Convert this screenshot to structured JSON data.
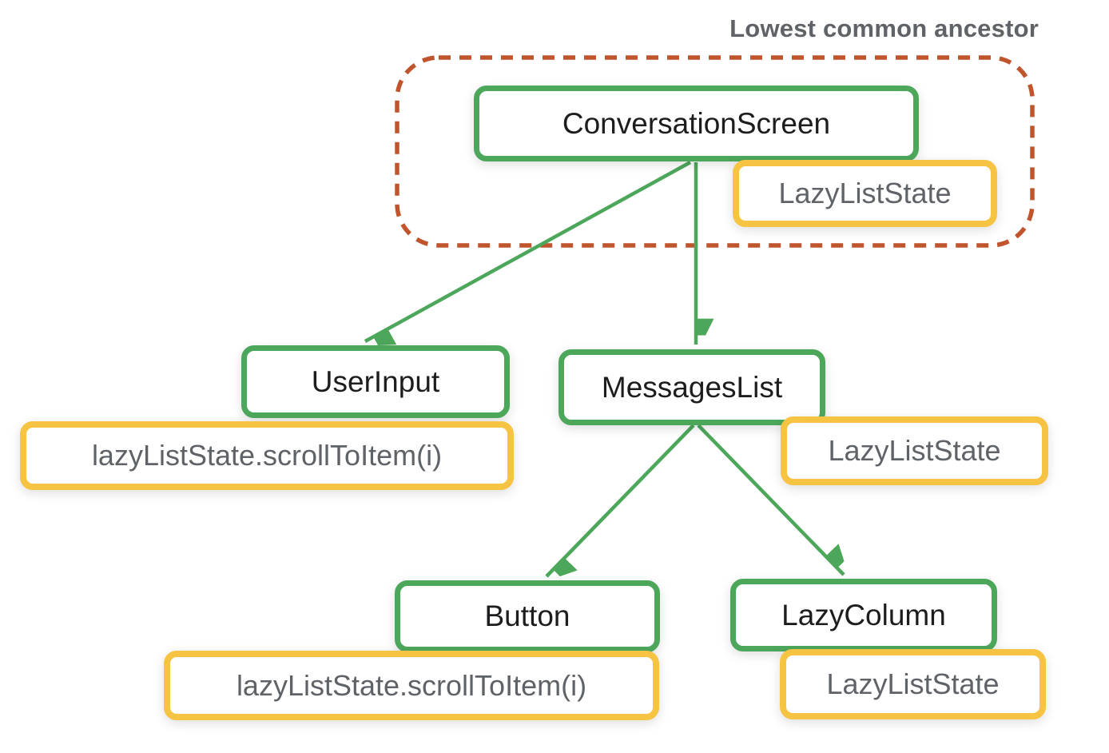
{
  "annotation": {
    "label": "Lowest common ancestor"
  },
  "colors": {
    "green": "#4DA75B",
    "yellow": "#F6C342",
    "dashed": "#C0542C",
    "gray-text": "#5f6368",
    "black-text": "#1d1d1f"
  },
  "nodes": {
    "conversation_screen": {
      "label": "ConversationScreen",
      "type": "composable"
    },
    "lazylist_top": {
      "label": "LazyListState",
      "type": "state"
    },
    "user_input": {
      "label": "UserInput",
      "type": "composable"
    },
    "scroll_left": {
      "label": "lazyListState.scrollToItem(i)",
      "type": "state"
    },
    "messages_list": {
      "label": "MessagesList",
      "type": "composable"
    },
    "lazylist_mid": {
      "label": "LazyListState",
      "type": "state"
    },
    "button": {
      "label": "Button",
      "type": "composable"
    },
    "scroll_bottom": {
      "label": "lazyListState.scrollToItem(i)",
      "type": "state"
    },
    "lazy_column": {
      "label": "LazyColumn",
      "type": "composable"
    },
    "lazylist_bottom": {
      "label": "LazyListState",
      "type": "state"
    }
  },
  "tree": {
    "boundary": "Lowest common ancestor",
    "edges": [
      {
        "from": "ConversationScreen",
        "to": "UserInput"
      },
      {
        "from": "ConversationScreen",
        "to": "MessagesList"
      },
      {
        "from": "MessagesList",
        "to": "Button"
      },
      {
        "from": "MessagesList",
        "to": "LazyColumn"
      }
    ]
  }
}
